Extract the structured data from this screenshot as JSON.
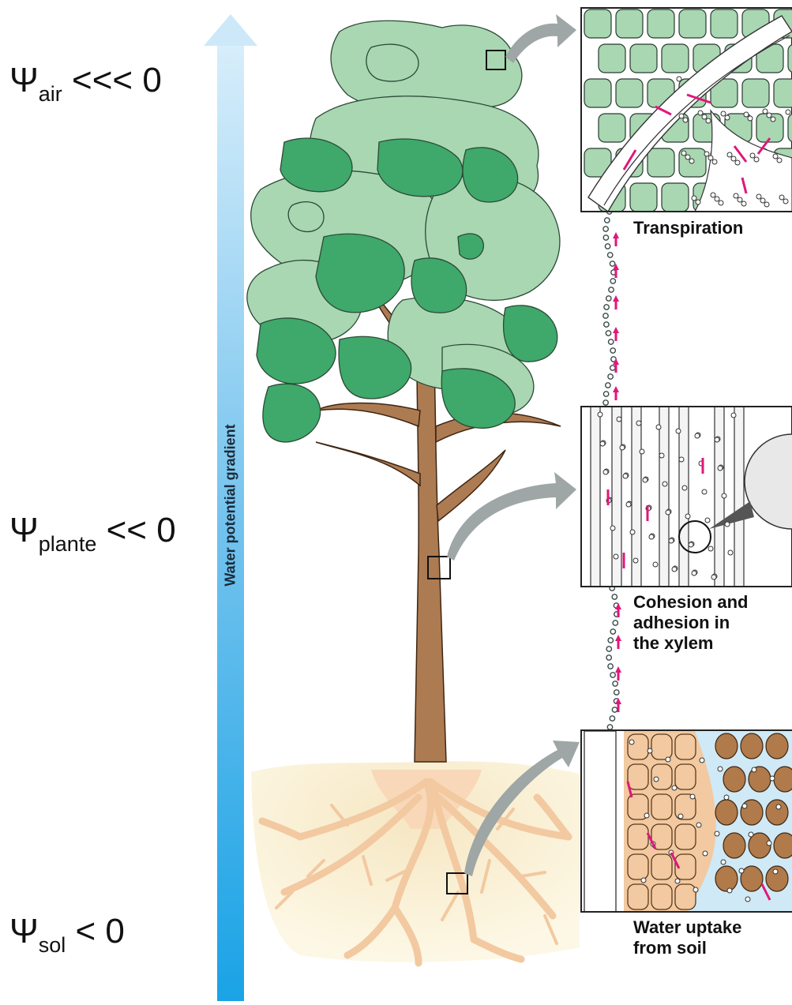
{
  "psi_labels": {
    "air": {
      "symbol": "Ψ",
      "sub": "air",
      "rel": "<<< 0"
    },
    "plante": {
      "symbol": "Ψ",
      "sub": "plante",
      "rel": "<< 0"
    },
    "sol": {
      "symbol": "Ψ",
      "sub": "sol",
      "rel": "< 0"
    }
  },
  "gradient_label": "Water potential gradient",
  "panels": {
    "transpiration": {
      "line1": "Transpiration"
    },
    "cohesion": {
      "line1": "Cohesion and",
      "line2": "adhesion in",
      "line3": "the xylem"
    },
    "uptake": {
      "line1": "Water uptake",
      "line2": "from soil"
    }
  },
  "colors": {
    "gradient_top": "#d8eefb",
    "gradient_bottom": "#1aa3e6",
    "leaf_light": "#a8d7b2",
    "leaf_dark": "#3fa86b",
    "trunk": "#ad7b52",
    "root": "#f2c9a0",
    "soil": "#fbf3d4",
    "water_arrow": "#e0177a",
    "panel_arrow": "#9ea6a6"
  }
}
